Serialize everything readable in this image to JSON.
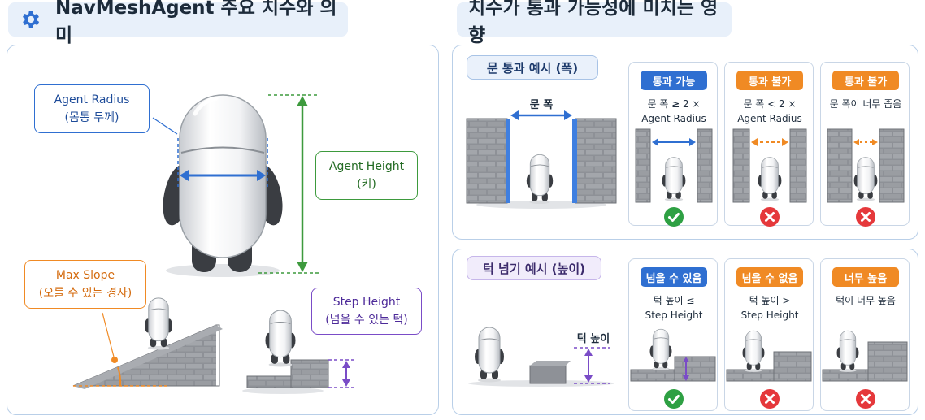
{
  "left": {
    "title": "NavMeshAgent 주요 치수와 의미",
    "icon": "gear-icon",
    "labels": {
      "radius": {
        "line1": "Agent Radius",
        "line2": "(몸통 두께)"
      },
      "height": {
        "line1": "Agent Height",
        "line2": "(키)"
      },
      "slope": {
        "line1": "Max Slope",
        "line2": "(오를 수 있는 경사)"
      },
      "step": {
        "line1": "Step Height",
        "line2": "(넘을 수 있는 턱)"
      }
    }
  },
  "right": {
    "title": "치수가 통과 가능성에 미치는 영향",
    "door": {
      "section_label": "문 통과 예시 (폭)",
      "width_label": "문 폭",
      "cards": [
        {
          "badge": "통과 가능",
          "text": "문 폭 ≥ 2 ×\nAgent Radius",
          "result": "check-icon"
        },
        {
          "badge": "통과 불가",
          "text": "문 폭 < 2 ×\nAgent Radius",
          "result": "cross-icon"
        },
        {
          "badge": "통과 불가",
          "text": "문 폭이 너무 좁음",
          "result": "cross-icon"
        }
      ]
    },
    "step": {
      "section_label": "턱 넘기 예시 (높이)",
      "height_label": "턱 높이",
      "cards": [
        {
          "badge": "넘을 수 있음",
          "text": "턱 높이 ≤\nStep Height",
          "result": "check-icon"
        },
        {
          "badge": "넘을 수 없음",
          "text": "턱 높이 >\nStep Height",
          "result": "cross-icon"
        },
        {
          "badge": "너무 높음",
          "text": "턱이 너무 높음",
          "result": "cross-icon"
        }
      ]
    }
  },
  "colors": {
    "blue": "#2f6fd1",
    "green": "#3d9a3d",
    "orange": "#f08a24",
    "purple": "#7a4cc7",
    "check": "#2ea043",
    "cross": "#e5383b"
  }
}
